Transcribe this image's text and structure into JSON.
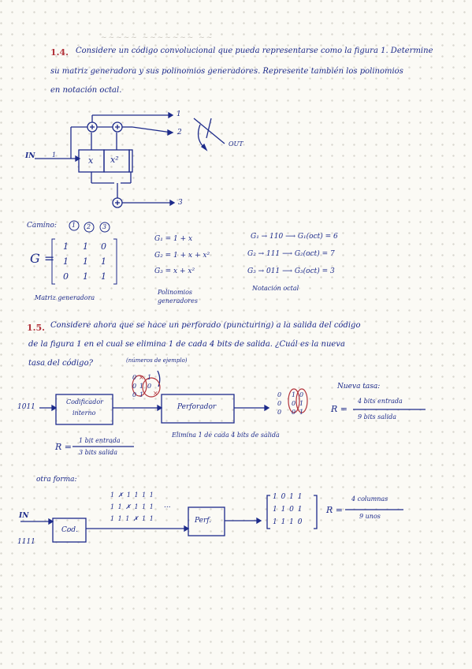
{
  "problem_1_4": {
    "number": "1.4.",
    "line1": "Considere un código convolucional que pueda representarse como la figura 1. Determine",
    "line2": "su matriz generadora y sus polinomios generadores. Represente también los polinomios",
    "line3": "en notación octal."
  },
  "figure1": {
    "input_label": "IN",
    "input_index": "1",
    "block_x": "x",
    "block_x2": "x²",
    "out1": "1",
    "out2": "2",
    "out3": "3",
    "out_label": "OUT"
  },
  "caminos": {
    "label": "Camino:",
    "circled": [
      "1",
      "2",
      "3"
    ],
    "G_label": "G =",
    "matrix": [
      [
        "1",
        "1",
        "0"
      ],
      [
        "1",
        "1",
        "1"
      ],
      [
        "0",
        "1",
        "1"
      ]
    ],
    "matrix_caption": "Matriz generadora"
  },
  "polynomials": {
    "g1": "G₁ = 1 + x",
    "g2": "G₂ = 1 + x + x²",
    "g3": "G₃ = x + x²",
    "caption_line1": "Polinomios",
    "caption_line2": "generadores"
  },
  "octal": {
    "row1": "G₁ → 110 ⟶ G₁(oct) = 6",
    "row2": "G₂ → 111 ⟶ G₂(oct) = 7",
    "row3": "G₃ → 011 ⟶ G₃(oct) = 3",
    "caption": "Notación octal"
  },
  "problem_1_5": {
    "number": "1.5.",
    "line1": "Considere ahora que se hace un perforado (puncturing) a la salida del código",
    "line2": "de la figura 1 en el cual se elimina 1 de cada 4 bits de salida. ¿Cuál es la nueva",
    "line3": "tasa del código?"
  },
  "figure2": {
    "input_bits": "1011",
    "encoder_line1": "Codificador",
    "encoder_line2": "interno",
    "example_note": "(números de ejemplo)",
    "mid_col1": [
      "0",
      "0",
      "0"
    ],
    "mid_col2": [
      "×",
      "1",
      "1"
    ],
    "mid_col3": [
      "1",
      "0",
      "×"
    ],
    "perforador": "Perforador",
    "out_col1": [
      "0",
      "0",
      "0"
    ],
    "out_col2": [
      "1",
      "0",
      "0"
    ],
    "out_col3": [
      "0",
      "1",
      "1"
    ],
    "eliminate_note": "Elimina 1 de cada 4 bits de salida",
    "rate_left_R": "R =",
    "rate_left_num": "1 bit entrada",
    "rate_left_den": "3 bits salida",
    "nueva_tasa": "Nueva tasa:",
    "rate_right_R": "R =",
    "rate_right_num": "4 bits entrada",
    "rate_right_den": "9 bits salida"
  },
  "figure3": {
    "title": "otra forma:",
    "in_label": "IN",
    "in_bits": "1111",
    "cod": "Cod.",
    "row1": "1 ✗ 1 1 1 1",
    "row2": "1 1 ✗ 1 1 1",
    "row3": "1 1 1 ✗ 1 1",
    "dots": "...",
    "perf": "Perf.",
    "m_row1": "1 0 1 1",
    "m_row2": "1 1 0 1",
    "m_row3": "1 1 1 0",
    "R": "R =",
    "num": "4 columnas",
    "den": "9 unos"
  },
  "colors": {
    "ink": "#1c2a8a",
    "red": "#b2333b",
    "paper": "#fbfaf5"
  }
}
